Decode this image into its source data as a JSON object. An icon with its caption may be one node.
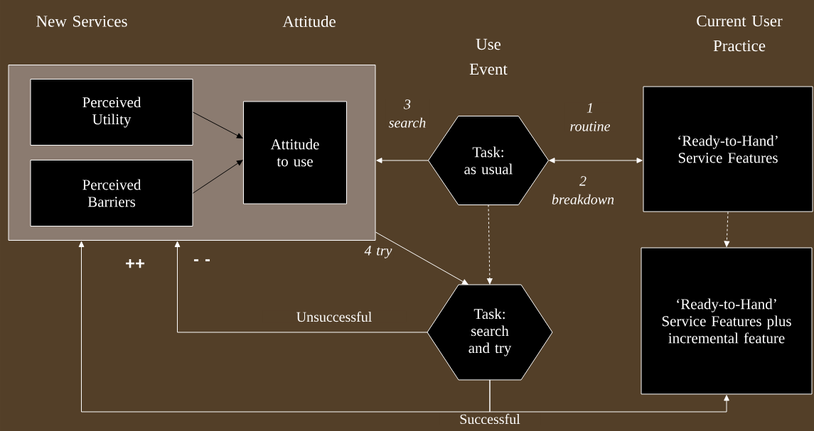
{
  "diagram": {
    "nodes": [
      {
        "text": [],
        "shape": "box"
      },
      {
        "text": [
          "Perceived Utility"
        ],
        "in": 0
      },
      {
        "text": [
          "Perceived Barriers"
        ],
        "in": 0
      },
      {
        "text": [
          "Attitude to use"
        ],
        "in": 0
      },
      {
        "text": [
          "Task: as usual"
        ]
      },
      {
        "text": [
          "‘Ready-to-Hand’ Service Features"
        ]
      },
      {
        "text": [
          "Task: search and try"
        ]
      },
      {
        "text": [
          "‘Ready-to-Hand’ Service Features plus incremental feature"
        ]
      }
    ],
    "edges": [
      {
        "from": 1,
        "to": 3,
        "arrow": "to",
        "color": "#000000"
      },
      {
        "from": 2,
        "to": 3,
        "arrow": "to",
        "color": "#000000"
      },
      {
        "from": 4,
        "to": 0,
        "arrow": "to",
        "label": "3 search"
      },
      {
        "from": 4,
        "to": 5,
        "arrow": "both",
        "label": "1 routine"
      },
      {
        "from": 0,
        "to": 6,
        "arrow": "to",
        "label": "4 try"
      },
      {
        "from": 4,
        "to": 6,
        "arrow": "to",
        "style": "dashed"
      },
      {
        "from": 5,
        "to": 7,
        "arrow": "to",
        "style": "dashed"
      },
      {
        "from": 6,
        "to": 0,
        "arrow": "to",
        "label": "Unsuccessful"
      },
      {
        "from": 6,
        "to": 0,
        "arrow": "to",
        "label": "Successful"
      },
      {
        "from": 6,
        "to": 7,
        "arrow": "to"
      }
    ],
    "labels": [
      "New Services",
      "Attitude",
      "Use Event",
      "Current User Practice",
      "2 breakdown",
      "++",
      "- -"
    ]
  }
}
